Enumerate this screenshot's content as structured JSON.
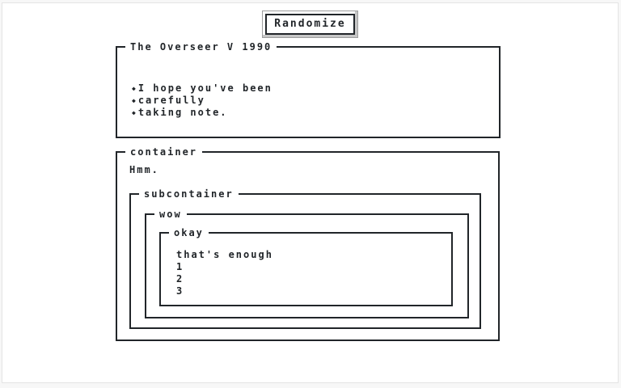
{
  "colors": {
    "ink": "#212529",
    "panel_background": "#ffffff",
    "page_background": "#f7f7f7",
    "panel_border": "#e4e4e4",
    "button_shadow": "#c6c6c6",
    "button_outer_border": "#9e9e9e"
  },
  "toolbar": {
    "randomize_label": "Randomize"
  },
  "overseer": {
    "title": "The Overseer V 1990",
    "bullet_glyph": "◆",
    "lines": [
      "I hope you've been",
      "carefully",
      "taking note."
    ]
  },
  "container": {
    "title": "container",
    "text": "Hmm.",
    "subcontainer": {
      "title": "subcontainer",
      "wow": {
        "title": "wow",
        "okay": {
          "title": "okay",
          "lines": [
            "that's enough",
            "1",
            "2",
            "3"
          ]
        }
      }
    }
  }
}
